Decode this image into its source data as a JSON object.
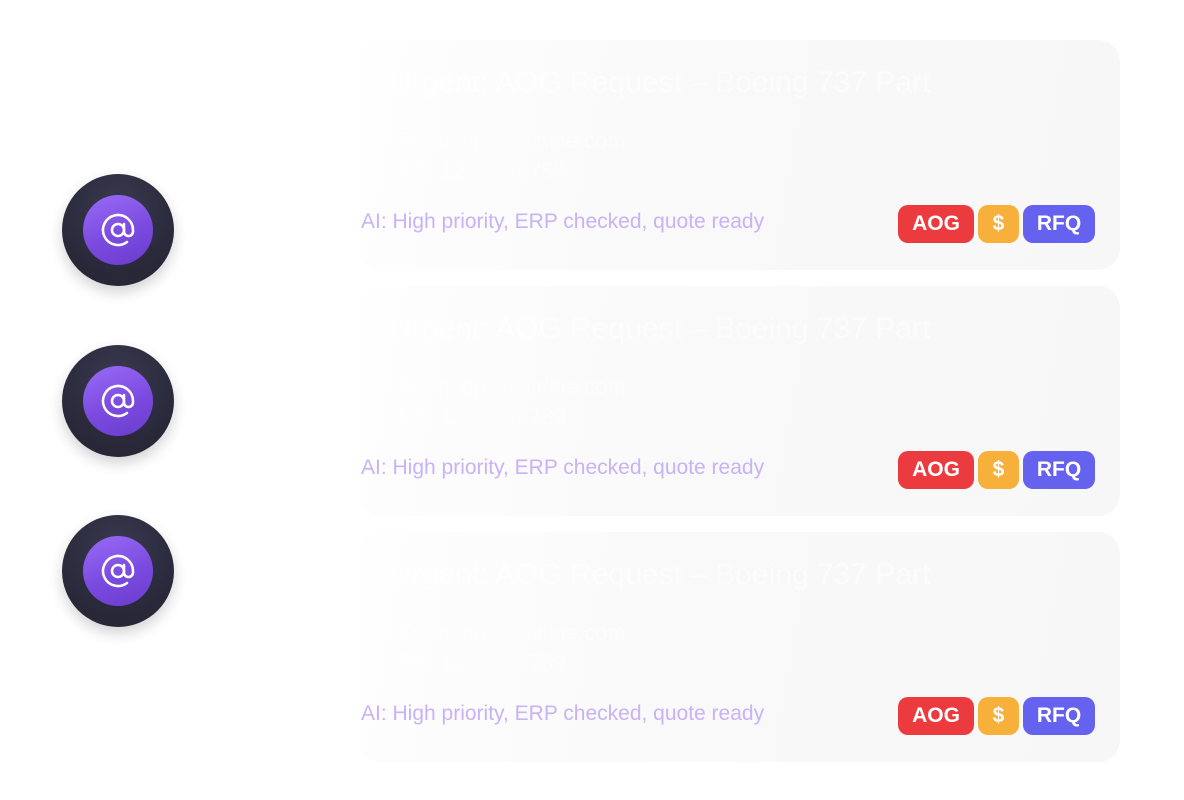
{
  "items": [
    {
      "avatar_icon": "at-sign-icon",
      "title": "Urgent: AOG Request – Boeing 737 Part",
      "line1": "From: ops@airline.com",
      "line2": "P/N 123-456-789",
      "ai_note": "AI: High priority, ERP checked, quote ready",
      "tags": {
        "aog": "AOG",
        "dollar": "$",
        "rfq": "RFQ"
      }
    },
    {
      "avatar_icon": "at-sign-icon",
      "title": "Urgent: AOG Request – Boeing 737 Part",
      "line1": "From: ops@airline.com",
      "line2": "P/N 123-456-789",
      "ai_note": "AI: High priority, ERP checked, quote ready",
      "tags": {
        "aog": "AOG",
        "dollar": "$",
        "rfq": "RFQ"
      }
    },
    {
      "avatar_icon": "at-sign-icon",
      "title": "Urgent: AOG Request – Boeing 737 Part",
      "line1": "From: ops@airline.com",
      "line2": "P/N 123-456-789",
      "ai_note": "AI: High priority, ERP checked, quote ready",
      "tags": {
        "aog": "AOG",
        "dollar": "$",
        "rfq": "RFQ"
      }
    }
  ],
  "colors": {
    "aog": "#ec3b3e",
    "dollar": "#f7b13b",
    "rfq": "#6462ee",
    "ai_note": "#c9b2f6",
    "avatar_inner": "#8556ea",
    "avatar_outer": "#2b2b3d"
  }
}
